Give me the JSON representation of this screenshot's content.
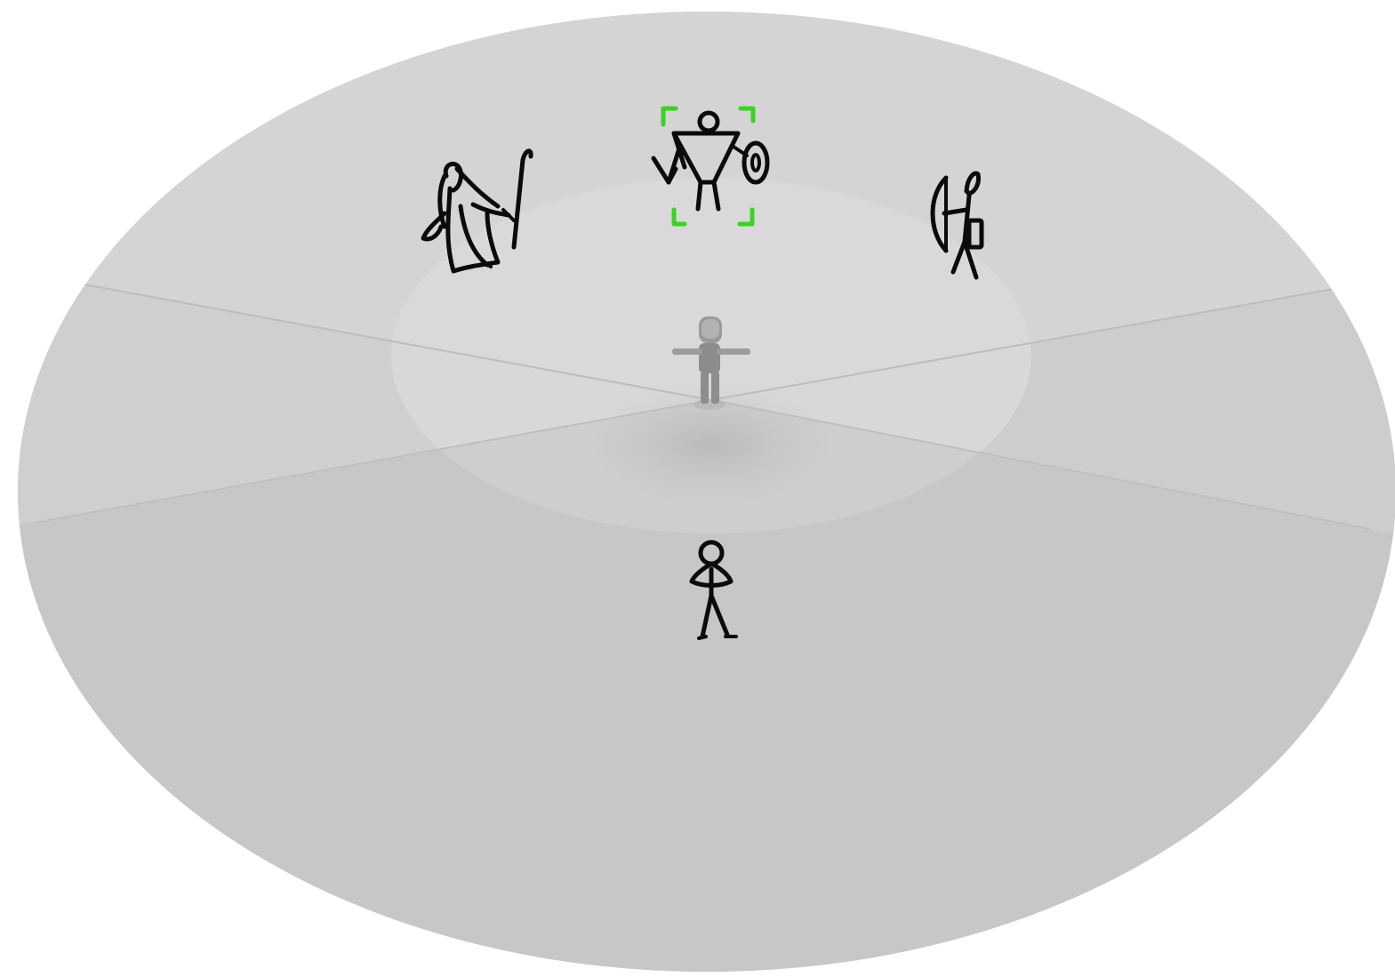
{
  "scene": {
    "type": "character-selection-wheel",
    "colors": {
      "page_background": "#ffffff",
      "wheel_base": "#c9c9c9",
      "wheel_top_segment": "#d4d4d4",
      "wheel_side_segment": "#cfcfcf",
      "wheel_bottom_segment": "#c6c6c6",
      "center_highlight": "#dcdcdc",
      "divider_lines": "#b9b9b9",
      "ink": "#0b0b0b",
      "selection_brackets": "#36d61e",
      "center_figure": "#8f8f8f"
    }
  },
  "characters": [
    {
      "id": "wizard",
      "icon": "wizard-icon",
      "selected": false
    },
    {
      "id": "warrior",
      "icon": "warrior-icon",
      "selected": true
    },
    {
      "id": "archer",
      "icon": "archer-icon",
      "selected": false
    },
    {
      "id": "peasant",
      "icon": "stick-figure-icon",
      "selected": false
    }
  ],
  "center": {
    "icon": "mannequin-avatar-icon"
  }
}
